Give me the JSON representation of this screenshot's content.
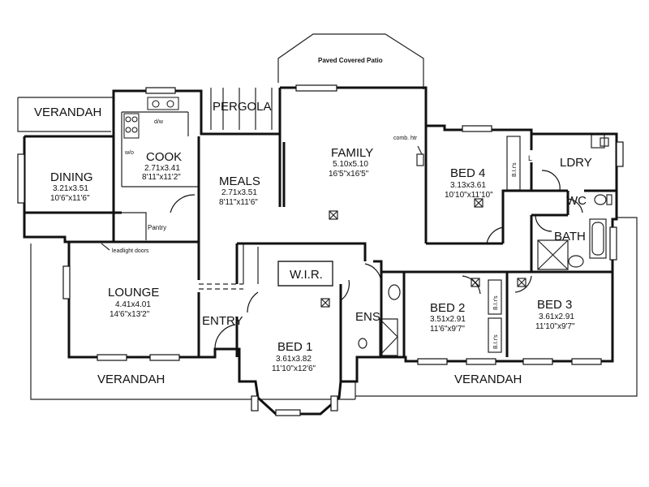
{
  "rooms": {
    "verandah_nw": {
      "name": "VERANDAH"
    },
    "pergola": {
      "name": "PERGOLA"
    },
    "patio": {
      "name": "Paved Covered Patio"
    },
    "cook": {
      "name": "COOK",
      "dim_metric": "2.71x3.41",
      "dim_imperial": "8'11\"x11'2\""
    },
    "dining": {
      "name": "DINING",
      "dim_metric": "3.21x3.51",
      "dim_imperial": "10'6\"x11'6\""
    },
    "meals": {
      "name": "MEALS",
      "dim_metric": "2.71x3.51",
      "dim_imperial": "8'11\"x11'6\""
    },
    "family": {
      "name": "FAMILY",
      "dim_metric": "5.10x5.10",
      "dim_imperial": "16'5\"x16'5\""
    },
    "bed4": {
      "name": "BED 4",
      "dim_metric": "3.13x3.61",
      "dim_imperial": "10'10\"x11'10\""
    },
    "ldry": {
      "name": "LDRY"
    },
    "wc": {
      "name": "WC"
    },
    "bath": {
      "name": "BATH"
    },
    "lounge": {
      "name": "LOUNGE",
      "dim_metric": "4.41x4.01",
      "dim_imperial": "14'6\"x13'2\""
    },
    "wir": {
      "name": "W.I.R."
    },
    "entry": {
      "name": "ENTRY"
    },
    "ens": {
      "name": "ENS"
    },
    "bed1": {
      "name": "BED 1",
      "dim_metric": "3.61x3.82",
      "dim_imperial": "11'10\"x12'6\""
    },
    "bed2": {
      "name": "BED 2",
      "dim_metric": "3.51x2.91",
      "dim_imperial": "11'6\"x9'7\""
    },
    "bed3": {
      "name": "BED 3",
      "dim_metric": "3.61x2.91",
      "dim_imperial": "11'10\"x9'7\""
    },
    "verandah_sw": {
      "name": "VERANDAH"
    },
    "verandah_se": {
      "name": "VERANDAH"
    },
    "pantry": {
      "name": "Pantry"
    }
  },
  "annotations": {
    "dw": "d/w",
    "wo": "w/o",
    "comb_htr": "comb. htr",
    "leadlight": "leadlight doors",
    "bir_bed4": "B.I.r's",
    "bir_bed2": "B.I.r's",
    "bir_bed2_lower": "B.I.r's",
    "l": "L"
  }
}
